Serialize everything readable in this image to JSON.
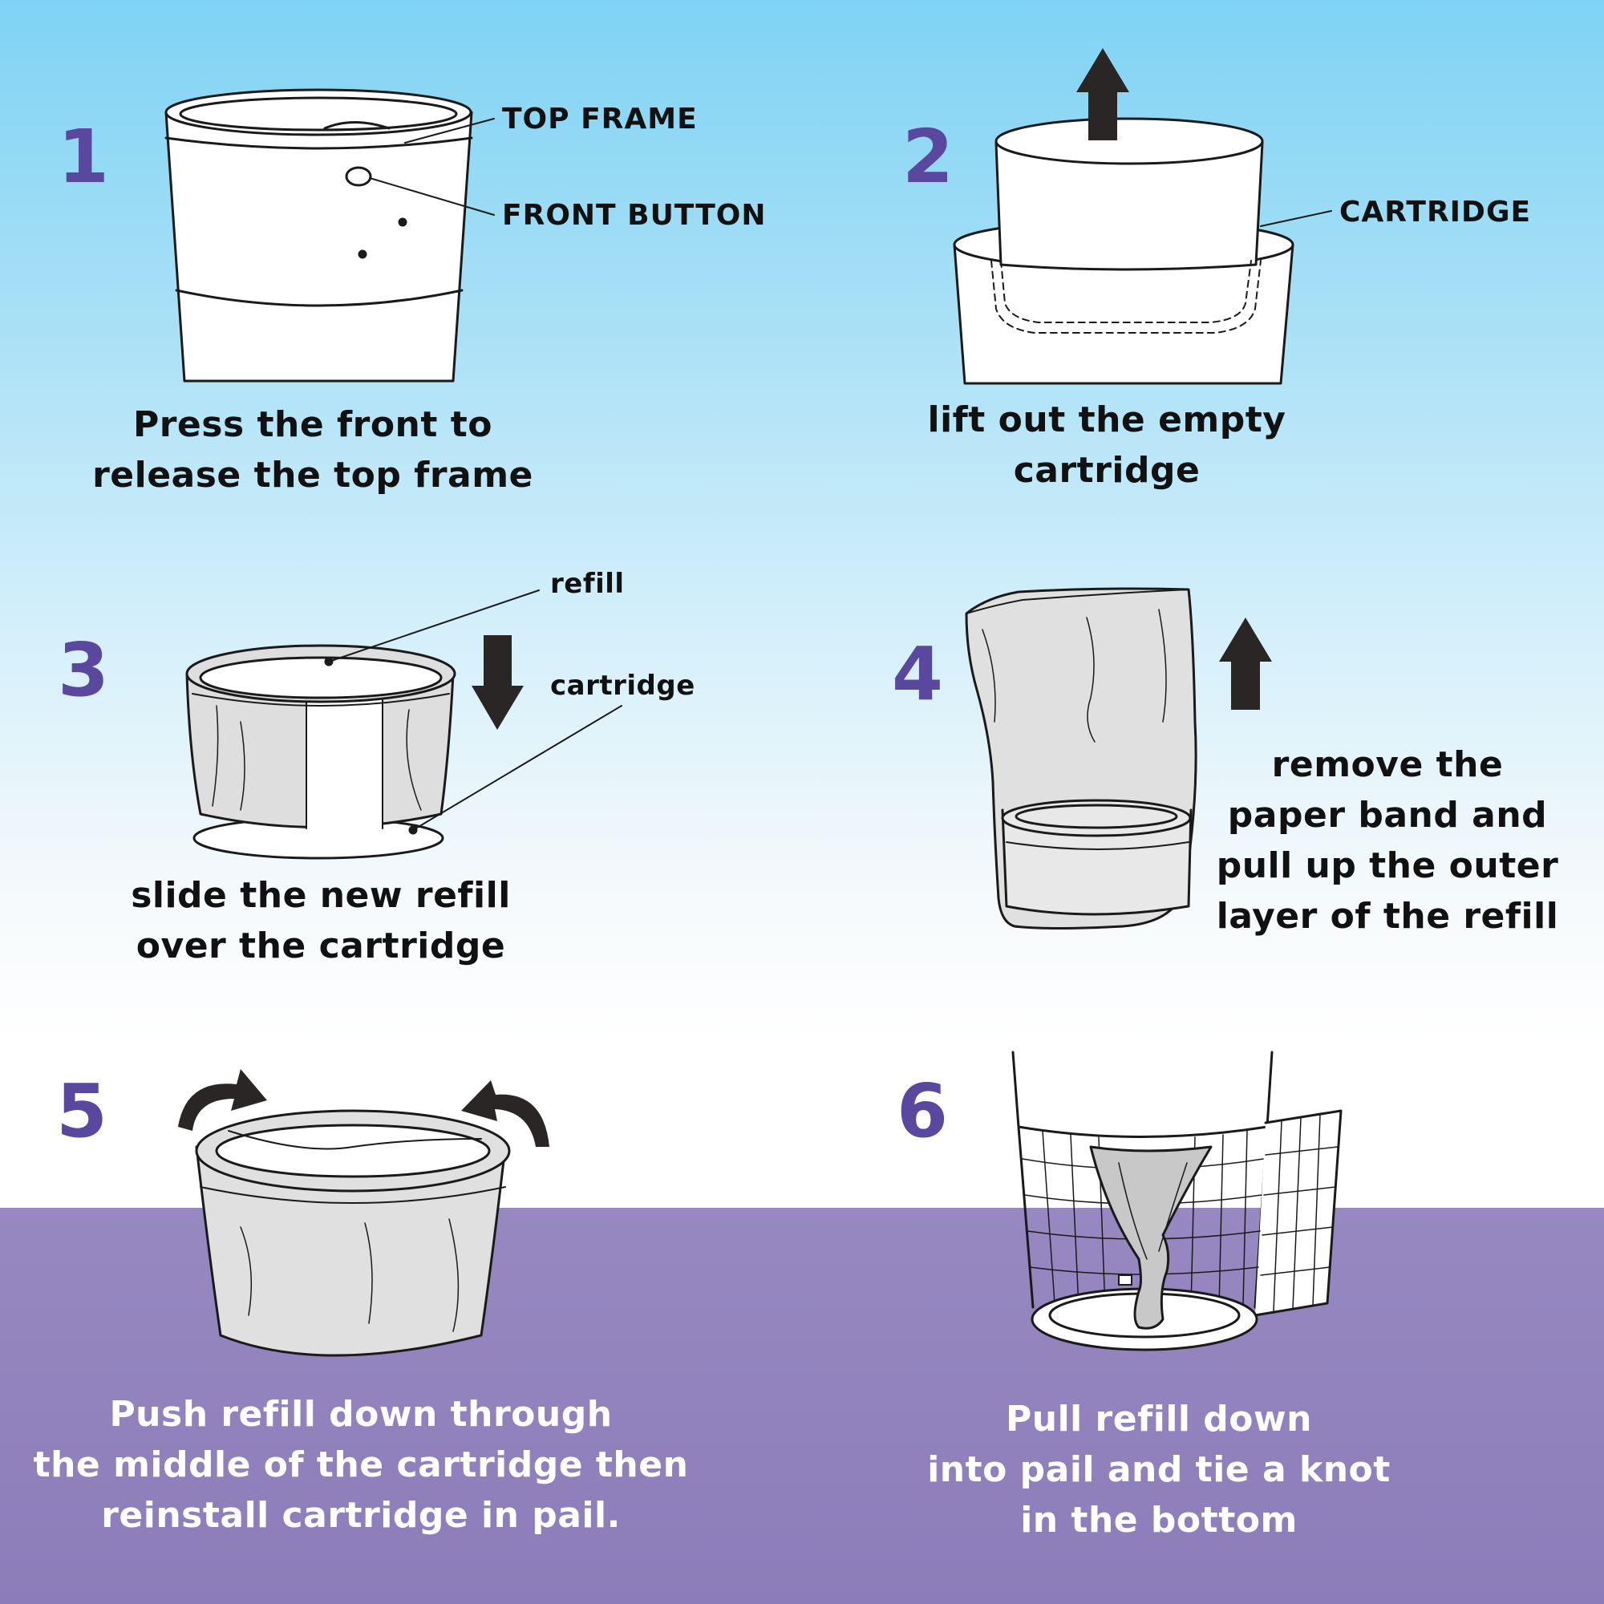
{
  "steps": [
    {
      "number": "1",
      "caption": [
        "Press the front to",
        "release the top frame"
      ],
      "labels": {
        "top_frame": "TOP FRAME",
        "front_button": "FRONT BUTTON"
      }
    },
    {
      "number": "2",
      "caption": [
        "lift out the empty",
        "cartridge"
      ],
      "labels": {
        "cartridge": "CARTRIDGE"
      }
    },
    {
      "number": "3",
      "caption": [
        "slide the new refill",
        "over the cartridge"
      ],
      "labels": {
        "refill": "refill",
        "cartridge": "cartridge"
      }
    },
    {
      "number": "4",
      "caption": [
        "remove the",
        "paper band and",
        "pull up the outer",
        "layer of the refill"
      ]
    },
    {
      "number": "5",
      "caption": [
        "Push refill down through",
        "the middle of the cartridge then",
        "reinstall cartridge in pail."
      ]
    },
    {
      "number": "6",
      "caption": [
        "Pull refill down",
        "into pail and tie a knot",
        "in the bottom"
      ]
    }
  ],
  "colors": {
    "number": "#5a489f",
    "sky_top": "#7fd3f4",
    "purple_band": "#8c7dba",
    "ink": "#1a1a1a",
    "refill_gray": "#e0e0e0"
  },
  "icons": [
    "up-arrow-icon",
    "down-arrow-icon",
    "curved-arrow-icon"
  ]
}
